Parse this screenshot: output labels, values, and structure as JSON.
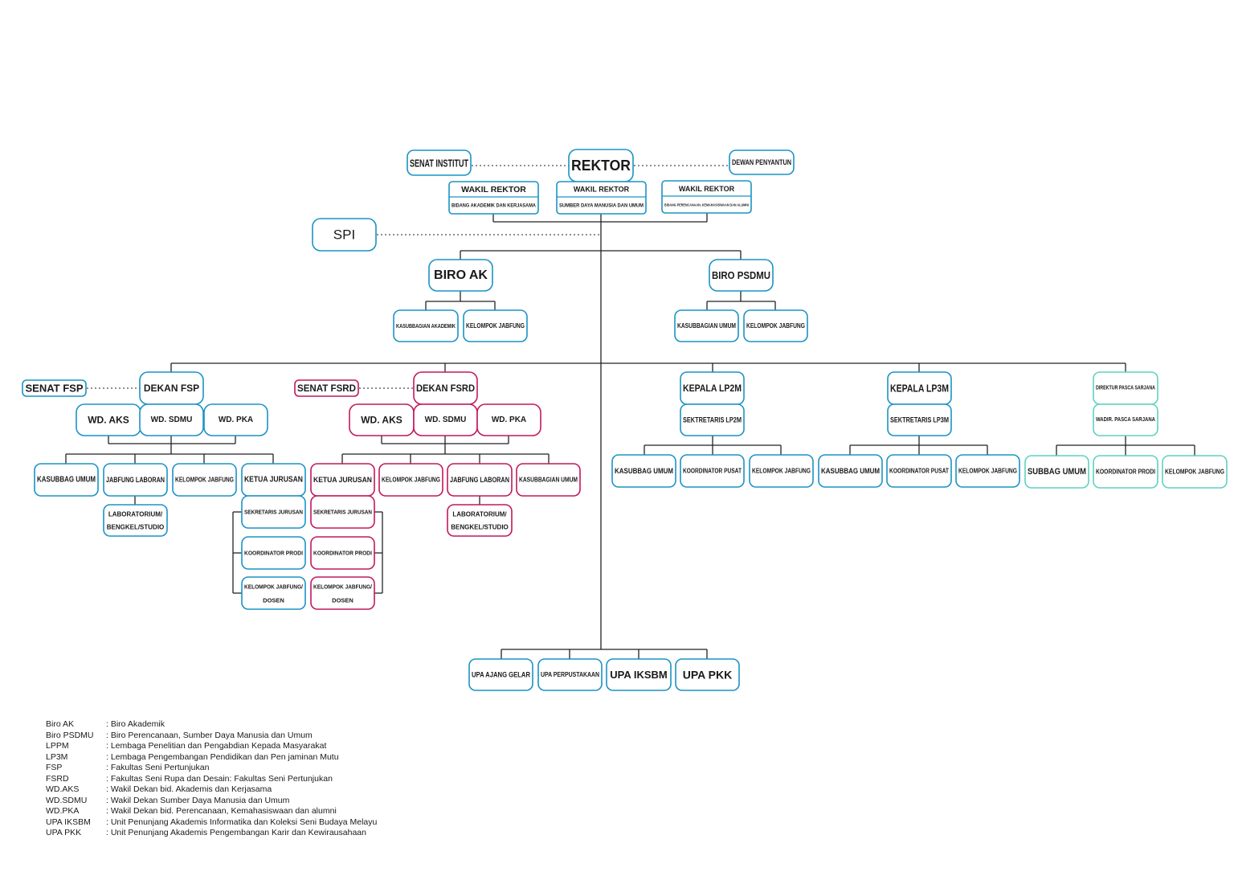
{
  "colors": {
    "blue": "#1b93c4",
    "red": "#c2185b",
    "teal": "#5fd1c0",
    "line": "#222222"
  },
  "nodes": {
    "senat_institut": "SENAT INSTITUT",
    "rektor": "REKTOR",
    "dewan_penyantun": "DEWAN PENYANTUN",
    "wr1_title": "WAKIL REKTOR",
    "wr1_sub": "BIDANG AKADEMIK DAN KERJASAMA",
    "wr2_title": "WAKIL REKTOR",
    "wr2_sub": "SUMBER DAYA MANUSIA DAN UMUM",
    "wr3_title": "WAKIL REKTOR",
    "wr3_sub": "BIDANG PERENCANAAN, KEMAHASISWAAN DAN ALUMNI",
    "spi": "SPI",
    "biro_ak": "BIRO AK",
    "biro_psdmu": "BIRO PSDMU",
    "ak_kasub": "KASUBBAGIAN AKADEMIK",
    "ak_jabfung": "KELOMPOK JABFUNG",
    "ps_kasub": "KASUBBAGIAN UMUM",
    "ps_jabfung": "KELOMPOK JABFUNG",
    "senat_fsp": "SENAT FSP",
    "dekan_fsp": "DEKAN FSP",
    "fsp_wd_aks": "WD. AKS",
    "fsp_wd_sdmu": "WD. SDMU",
    "fsp_wd_pka": "WD. PKA",
    "fsp_kasubbag": "KASUBBAG UMUM",
    "fsp_jabfung_lab": "JABFUNG LABORAN",
    "fsp_kel_jabfung": "KELOMPOK JABFUNG",
    "fsp_ketua": "KETUA JURUSAN",
    "fsp_lab_1": "LABORATORIUM/",
    "fsp_lab_2": "BENGKEL/STUDIO",
    "fsp_sekretaris": "SEKRETARIS JURUSAN",
    "fsp_koor": "KOORDINATOR PRODI",
    "fsp_keldos_1": "KELOMPOK JABFUNG/",
    "fsp_keldos_2": "DOSEN",
    "senat_fsrd": "SENAT FSRD",
    "dekan_fsrd": "DEKAN FSRD",
    "fsrd_wd_aks": "WD. AKS",
    "fsrd_wd_sdmu": "WD. SDMU",
    "fsrd_wd_pka": "WD. PKA",
    "fsrd_ketua": "KETUA JURUSAN",
    "fsrd_kel_jabfung": "KELOMPOK JABFUNG",
    "fsrd_jabfung_lab": "JABFUNG LABORAN",
    "fsrd_kasub": "KASUBBAGIAN UMUM",
    "fsrd_sekretaris": "SEKRETARIS JURUSAN",
    "fsrd_lab_1": "LABORATORIUM/",
    "fsrd_lab_2": "BENGKEL/STUDIO",
    "fsrd_koor": "KOORDINATOR PRODI",
    "fsrd_keldos_1": "KELOMPOK JABFUNG/",
    "fsrd_keldos_2": "DOSEN",
    "lp2m_head": "KEPALA LP2M",
    "lp2m_sek": "SEKTRETARIS LP2M",
    "lp2m_kasub": "KASUBBAG UMUM",
    "lp2m_koor": "KOORDINATOR PUSAT",
    "lp2m_jab": "KELOMPOK JABFUNG",
    "lp3m_head": "KEPALA LP3M",
    "lp3m_sek": "SEKTRETARIS LP3M",
    "lp3m_kasub": "KASUBBAG UMUM",
    "lp3m_koor": "KOORDINATOR PUSAT",
    "lp3m_jab": "KELOMPOK JABFUNG",
    "pasca_dir": "DIREKTUR PASCA SARJANA",
    "pasca_wadir": "WADIR. PASCA SARJANA",
    "pasca_subbag": "SUBBAG UMUM",
    "pasca_koor": "KOORDINATOR PRODI",
    "pasca_jab": "KELOMPOK JABFUNG",
    "upa_ajang": "UPA AJANG GELAR",
    "upa_perpus": "UPA PERPUSTAKAAN",
    "upa_iksbm": "UPA IKSBM",
    "upa_pkk": "UPA PKK"
  },
  "legend": [
    {
      "abbr": "Biro AK",
      "desc": ": Biro Akademik"
    },
    {
      "abbr": "Biro PSDMU",
      "desc": ": Biro Perencanaan, Sumber Daya Manusia dan Umum"
    },
    {
      "abbr": "LPPM",
      "desc": ": Lembaga Penelitian dan Pengabdian Kepada Masyarakat"
    },
    {
      "abbr": "LP3M",
      "desc": ": Lembaga Pengembangan Pendidikan dan Pen jaminan Mutu"
    },
    {
      "abbr": "FSP",
      "desc": ": Fakultas Seni Pertunjukan"
    },
    {
      "abbr": "FSRD",
      "desc": ": Fakultas Seni Rupa dan Desain: Fakultas Seni Pertunjukan"
    },
    {
      "abbr": "WD.AKS",
      "desc": ": Wakil Dekan bid. Akademis dan Kerjasama"
    },
    {
      "abbr": "WD.SDMU",
      "desc": ": Wakil Dekan Sumber Daya Manusia dan Umum"
    },
    {
      "abbr": "WD.PKA",
      "desc": ": Wakil Dekan bid. Perencanaan, Kemahasiswaan dan alumni"
    },
    {
      "abbr": "UPA IKSBM",
      "desc": ": Unit Penunjang Akademis Informatika dan Koleksi Seni Budaya Melayu"
    },
    {
      "abbr": "UPA PKK",
      "desc": ": Unit Penunjang Akademis Pengembangan Karir dan Kewirausahaan"
    }
  ]
}
